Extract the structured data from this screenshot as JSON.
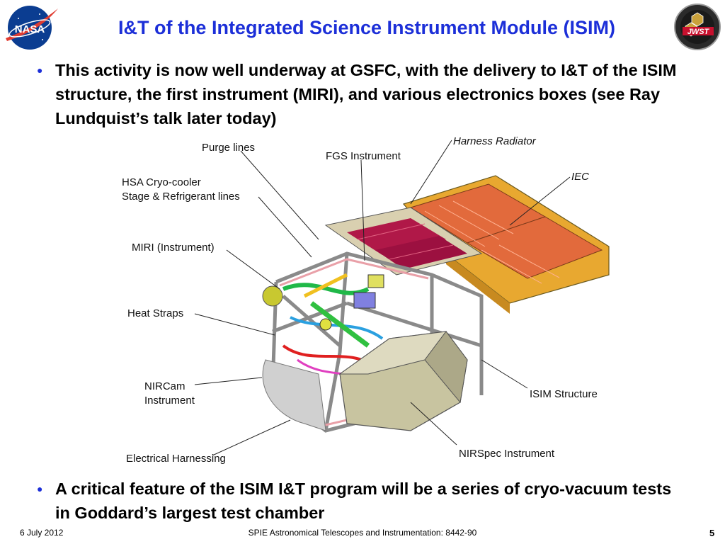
{
  "slide": {
    "title": "I&T of the Integrated Science Instrument Module (ISIM)",
    "bullets": [
      "This activity is now well underway at GSFC, with the delivery to I&T of the ISIM structure, the first instrument (MIRI), and various electronics boxes (see Ray Lundquist’s talk later today)",
      "A critical feature of the ISIM I&T program will be a series of cryo-vacuum tests in Goddard’s largest test chamber"
    ],
    "bullet_icon": "filled-circle",
    "accent_color": "#1c2fd8"
  },
  "logos": {
    "nasa_text": "NASA",
    "jwst_text": "JWST"
  },
  "diagram": {
    "labels": {
      "purge_lines": "Purge lines",
      "fgs": "FGS Instrument",
      "harness_radiator": "Harness Radiator",
      "iec": "IEC",
      "hsa_line1": "HSA Cryo-cooler",
      "hsa_line2": "Stage & Refrigerant lines",
      "miri": "MIRI (Instrument)",
      "heat_straps": "Heat Straps",
      "nircam_line1": "NIRCam",
      "nircam_line2": "Instrument",
      "isim_structure": "ISIM Structure",
      "electrical_harnessing": "Electrical Harnessing",
      "nirspec": "NIRSpec Instrument"
    }
  },
  "footer": {
    "date": "6 July 2012",
    "conference": "SPIE Astronomical Telescopes and Instrumentation:  8442-90",
    "page": "5"
  }
}
